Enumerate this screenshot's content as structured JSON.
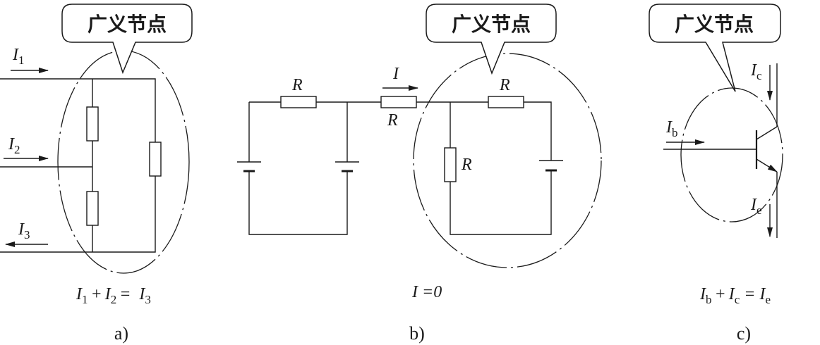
{
  "callout_label": "广义节点",
  "panel_a": {
    "currents": [
      {
        "sym": "I",
        "sub": "1"
      },
      {
        "sym": "I",
        "sub": "2"
      },
      {
        "sym": "I",
        "sub": "3"
      }
    ],
    "equation": {
      "t1": "I",
      "s1": "1",
      "op1": "+",
      "t2": "I",
      "s2": "2",
      "op2": "=",
      "t3": "I",
      "s3": "3"
    },
    "caption": "a)"
  },
  "panel_b": {
    "resistor_label": "R",
    "current": "I",
    "equation": "I =0",
    "caption": "b)"
  },
  "panel_c": {
    "currents": [
      {
        "sym": "I",
        "sub": "c"
      },
      {
        "sym": "I",
        "sub": "b"
      },
      {
        "sym": "I",
        "sub": "e"
      }
    ],
    "equation": {
      "t1": "I",
      "s1": "b",
      "op1": "+",
      "t2": "I",
      "s2": "c",
      "op2": "=",
      "t3": "I",
      "s3": "e"
    },
    "caption": "c)"
  }
}
